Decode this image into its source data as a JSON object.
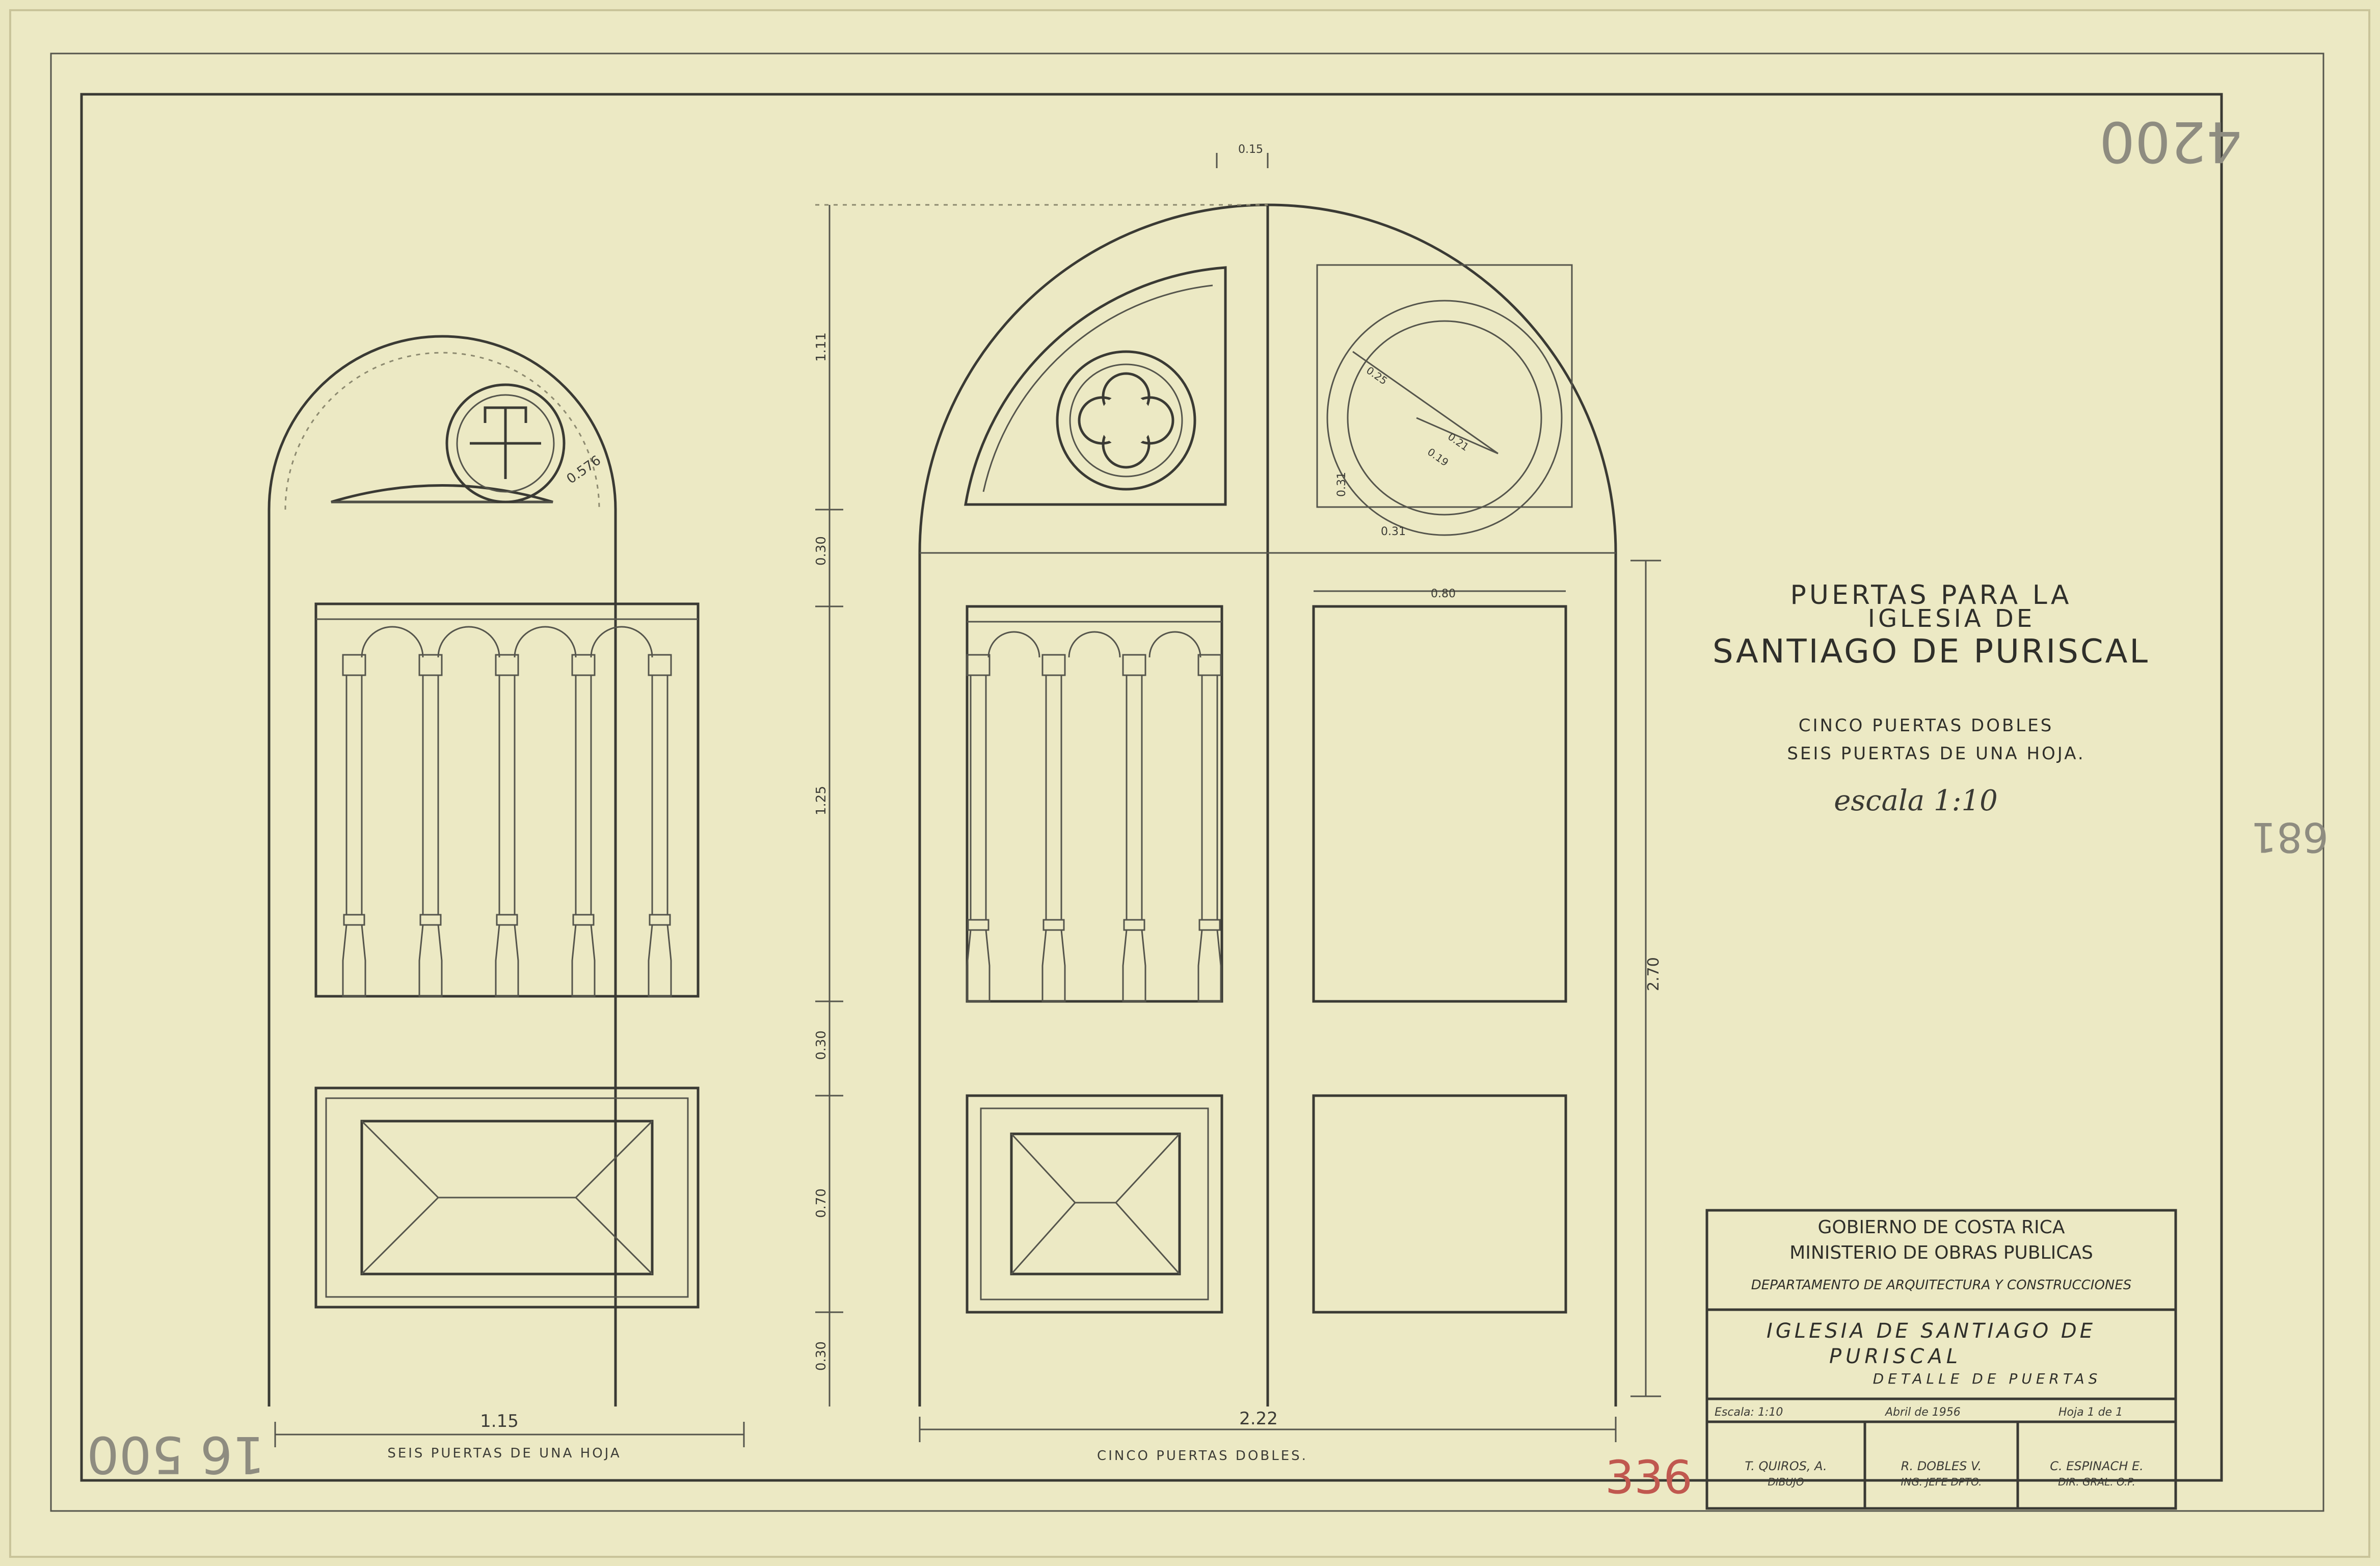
{
  "title_block": {
    "line1": "PUERTAS PARA LA",
    "line2": "IGLESIA DE",
    "line3": "SANTIAGO DE PURISCAL",
    "sub1": "CINCO PUERTAS DOBLES",
    "sub2": "SEIS PUERTAS DE UNA HOJA.",
    "scale": "escala 1:10"
  },
  "cartouche": {
    "gov": "GOBIERNO DE COSTA RICA",
    "ministry": "MINISTERIO DE OBRAS PUBLICAS",
    "department": "DEPARTAMENTO DE ARQUITECTURA Y CONSTRUCCIONES",
    "project1": "IGLESIA DE SANTIAGO DE",
    "project2": "PURISCAL",
    "project3": "DETALLE DE PUERTAS",
    "scale": "Escala: 1:10",
    "date": "Abril de 1956",
    "sheet": "Hoja 1 de 1",
    "sig1_name": "T. QUIROS, A.",
    "sig1_role": "DIBUJO",
    "sig2_name": "R. DOBLES V.",
    "sig2_role": "ING. JEFE DPTO.",
    "sig3_name": "C. ESPINACH E.",
    "sig3_role": "DIR. GRAL. O.P."
  },
  "dimensions": {
    "single_width": "1.15",
    "double_width": "2.22",
    "height_total": "2.70",
    "top_gap": "0.15",
    "arch": "1.11",
    "d_030a": "0.30",
    "d_125": "1.25",
    "d_030b": "0.30",
    "d_070": "0.70",
    "d_030c": "0.30",
    "rosette_small": "0.576",
    "panel_width": "0.80",
    "quarter_w": "0.31",
    "quarter_h": "0.31",
    "radius_a": "0.25",
    "radius_b": "0.21",
    "radius_c": "0.19"
  },
  "captions": {
    "single": "SEIS PUERTAS DE UNA HOJA",
    "double": "CINCO PUERTAS DOBLES."
  },
  "annotations": {
    "stamp_top": "4200",
    "stamp_right": "681",
    "stamp_left": "16 500",
    "red_number": "336"
  },
  "colors": {
    "paper": "#e9e6bf",
    "ink": "#3a3a34",
    "pencil": "#8e8c80",
    "red": "#c0584f"
  }
}
